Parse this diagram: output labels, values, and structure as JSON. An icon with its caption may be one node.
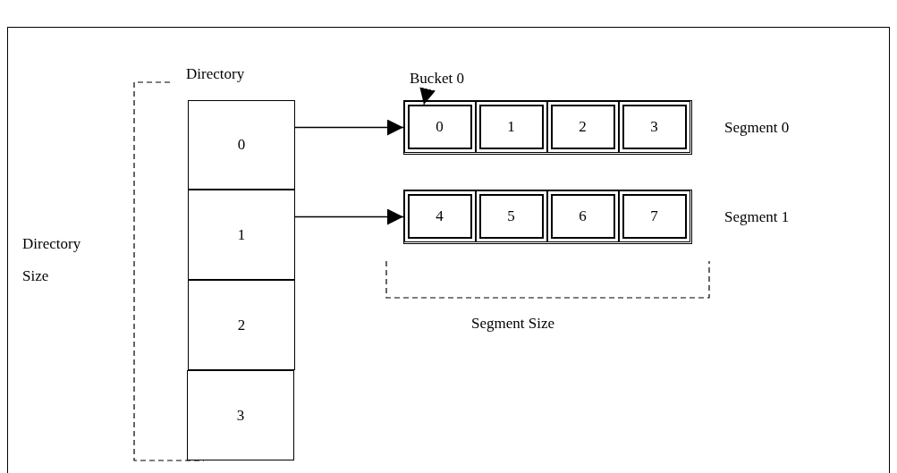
{
  "diagram": {
    "nodes": [
      {
        "text": [
          "0"
        ]
      },
      {
        "text": [
          "1"
        ]
      },
      {
        "text": [
          "2"
        ]
      },
      {
        "text": [
          "3"
        ]
      },
      {
        "text": [
          "Segment 0"
        ]
      },
      {
        "text": [
          "0"
        ],
        "in": 4
      },
      {
        "text": [
          "1"
        ],
        "in": 4
      },
      {
        "text": [
          "2"
        ],
        "in": 4
      },
      {
        "text": [
          "3"
        ],
        "in": 4
      },
      {
        "text": [
          "Segment 1"
        ]
      },
      {
        "text": [
          "4"
        ],
        "in": 9
      },
      {
        "text": [
          "5"
        ],
        "in": 9
      },
      {
        "text": [
          "6"
        ],
        "in": 9
      },
      {
        "text": [
          "7"
        ],
        "in": 9
      },
      {
        "text": [
          "Bucket 0"
        ]
      }
    ],
    "edges": [
      {
        "from": 0,
        "to": 4,
        "arrow": "to"
      },
      {
        "from": 1,
        "to": 9,
        "arrow": "to"
      },
      {
        "from": 14,
        "to": 5,
        "arrow": "to",
        "style": "dashed"
      }
    ],
    "labels": [
      "Directory",
      "Directory Size",
      "Segment Size"
    ]
  }
}
